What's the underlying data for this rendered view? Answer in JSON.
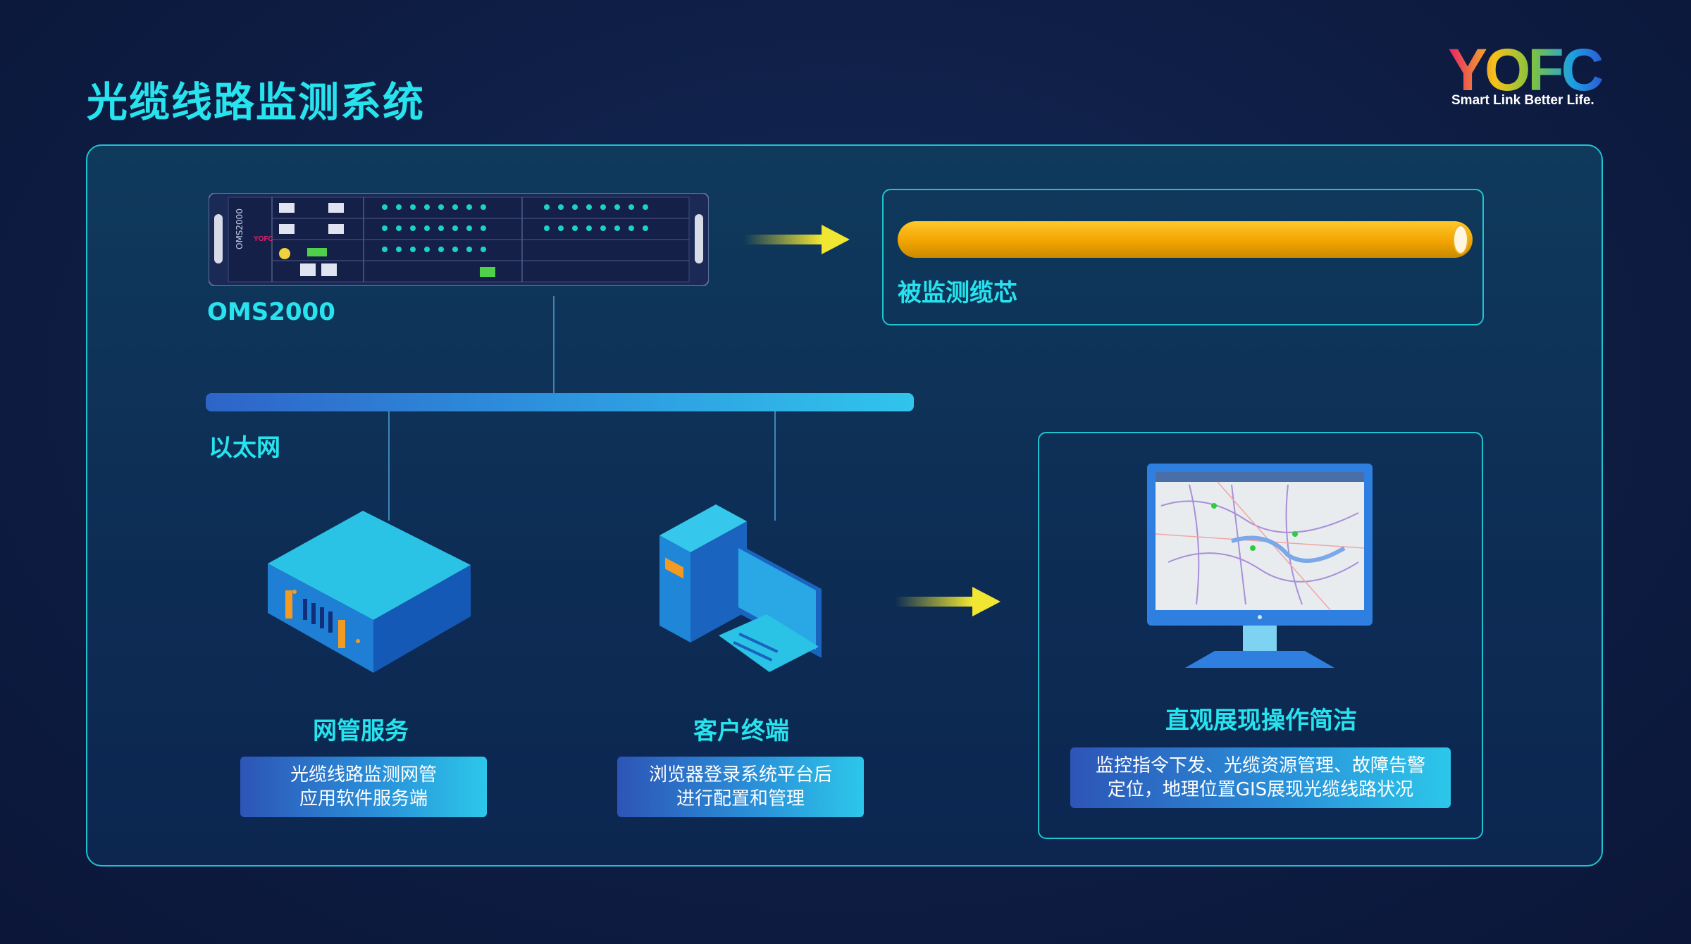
{
  "page_title": "光缆线路监测系统",
  "brand": {
    "logo_text": "YOFC",
    "slogan": "Smart Link Better Life."
  },
  "device": {
    "name": "OMS2000"
  },
  "network": {
    "label": "以太网"
  },
  "fiber": {
    "label": "被监测缆芯"
  },
  "server": {
    "title": "网管服务",
    "desc_line1": "光缆线路监测网管",
    "desc_line2": "应用软件服务端"
  },
  "client": {
    "title": "客户终端",
    "desc_line1": "浏览器登录系统平台后",
    "desc_line2": "进行配置和管理"
  },
  "gis": {
    "title": "直观展现操作简洁",
    "desc_line1": "监控指令下发、光缆资源管理、故障告警",
    "desc_line2": "定位，地理位置GIS展现光缆线路状况"
  },
  "colors": {
    "accent": "#27e3ee",
    "fiber": "#f2a400",
    "arrow": "#f1e631",
    "panel_border": "#1fc3cf"
  }
}
